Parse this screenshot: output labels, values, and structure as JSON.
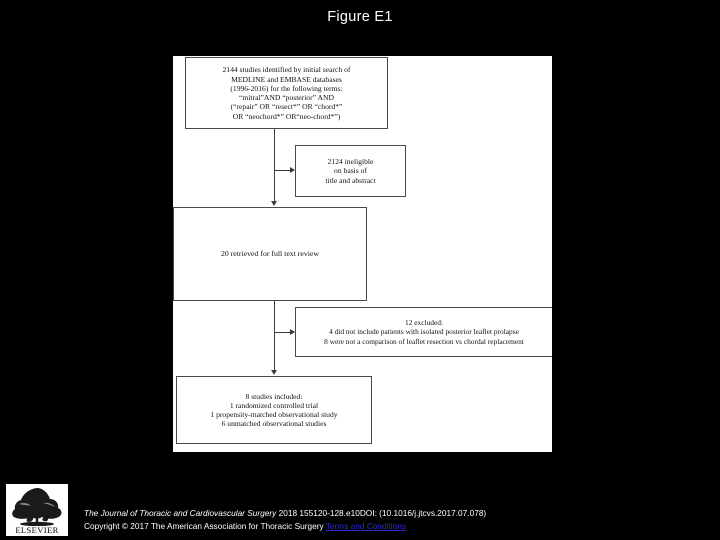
{
  "slide": {
    "title": "Figure E1",
    "background_color": "#000000",
    "canvas_color": "#ffffff"
  },
  "flowchart": {
    "type": "prisma-flow-diagram",
    "boxes": [
      {
        "id": "identified",
        "lines": [
          "2144  studies identified by initial search of",
          "MEDLINE and EMBASE databases",
          "(1996-2016) for the following terms:",
          "“mitral”AND “posterior” AND",
          "(“repair” OR “resect*” OR “chord*”",
          "OR “neochord*” OR“neo-chord*”)"
        ]
      },
      {
        "id": "ineligible",
        "lines": [
          "2124 ineligible",
          "on basis of",
          "title and abstract"
        ]
      },
      {
        "id": "retrieved",
        "lines": [
          "20 retrieved for full text review"
        ]
      },
      {
        "id": "excluded",
        "lines": [
          "12 excluded:",
          "4 did not include patients with isolated posterior leaflet prolapse",
          "8 were not a comparison of leaflet resection vs chordal replacement"
        ]
      },
      {
        "id": "included",
        "lines": [
          "8 studies included:",
          "1 randomized controlled trial",
          "1 propensity-matched observational study",
          "6 unmatched observational studies"
        ]
      }
    ]
  },
  "logo": {
    "wordmark": "ELSEVIER"
  },
  "footer": {
    "journal": "The Journal of Thoracic and Cardiovascular Surgery",
    "citation": " 2018 155120-128.e10DOI: (10.1016/j.jtcvs.2017.07.078)",
    "copyright": "Copyright © 2017 The American Association for Thoracic Surgery ",
    "terms_link": "Terms and Conditions",
    "link_color": "#2b2bd4"
  }
}
